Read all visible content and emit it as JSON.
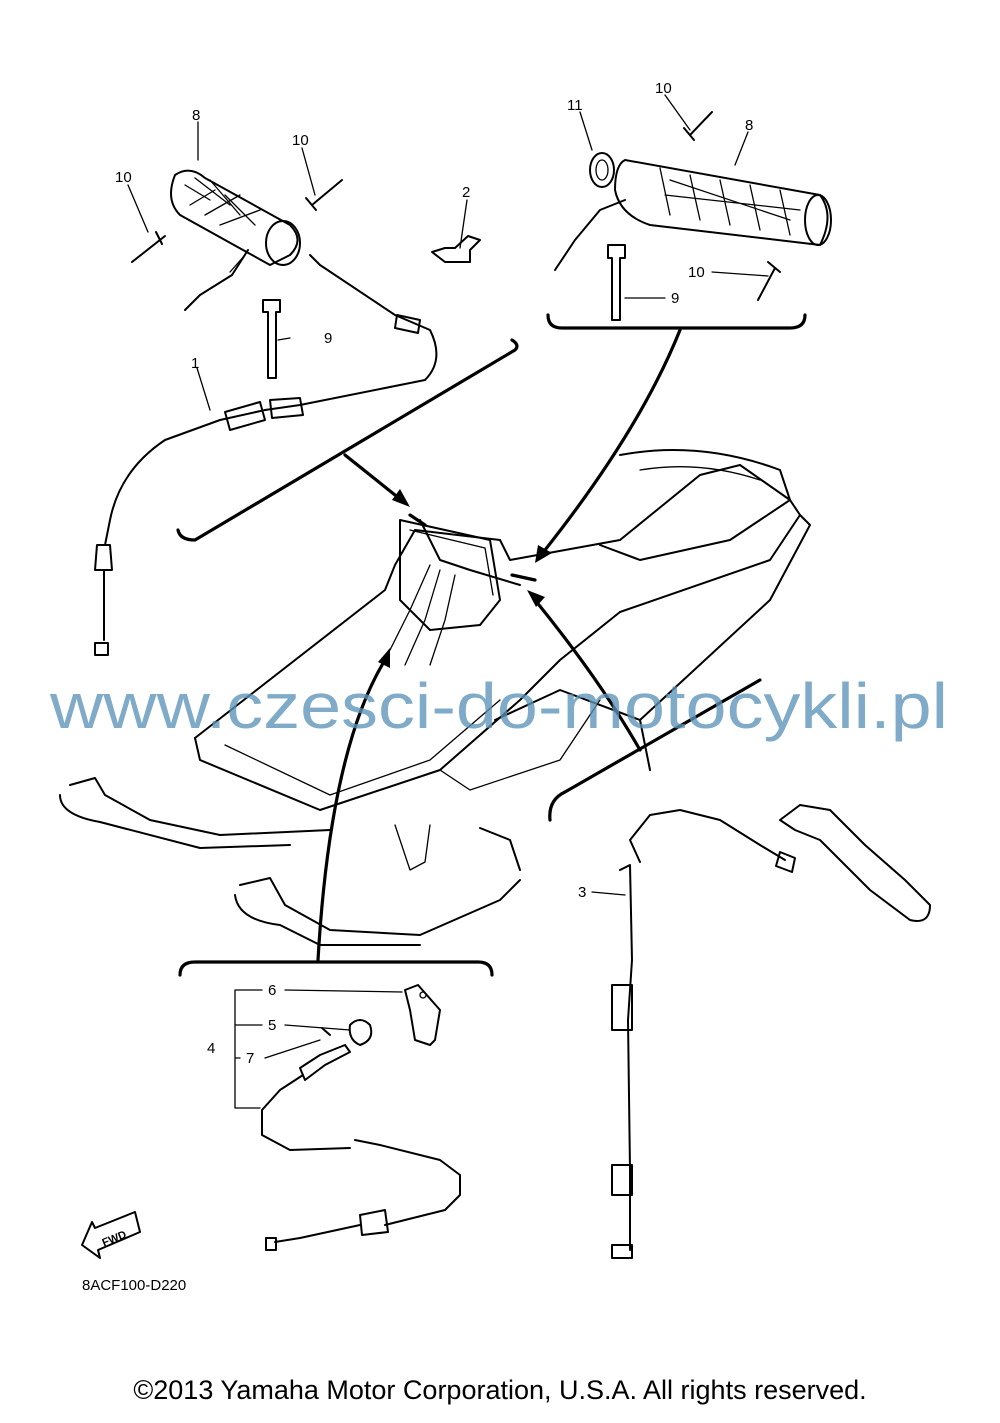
{
  "diagram": {
    "part_numbers": {
      "p1": "1",
      "p2": "2",
      "p3": "3",
      "p4": "4",
      "p5": "5",
      "p6": "6",
      "p7": "7",
      "p8_left": "8",
      "p8_right": "8",
      "p9_left": "9",
      "p9_right": "9",
      "p10_left_a": "10",
      "p10_left_b": "10",
      "p10_right_a": "10",
      "p10_right_b": "10",
      "p11": "11"
    },
    "fwd_label": "FWD",
    "drawing_code": "8ACF100-D220"
  },
  "watermark": "www.czesci-do-motocykli.pl",
  "footer": {
    "copyright": "©2013 Yamaha Motor Corporation, U.S.A. All rights reserved."
  }
}
